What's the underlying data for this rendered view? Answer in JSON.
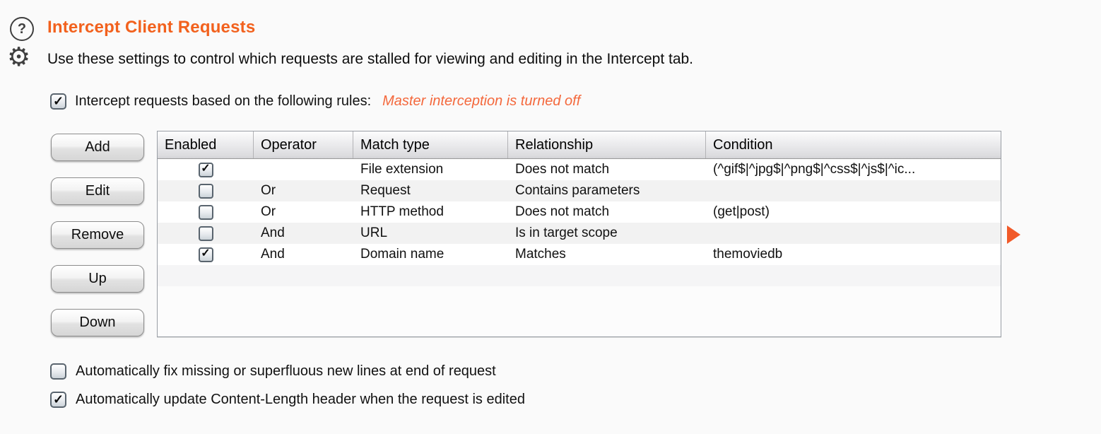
{
  "page": {
    "title": "Intercept Client Requests",
    "subtitle": "Use these settings to control which requests are stalled for viewing and editing in the Intercept tab.",
    "icons": {
      "help": "?",
      "gear": "⚙"
    }
  },
  "master_rule": {
    "checked": true,
    "label": "Intercept requests based on the following rules:",
    "warning": "Master interception is turned off"
  },
  "buttons": [
    "Add",
    "Edit",
    "Remove",
    "Up",
    "Down"
  ],
  "table": {
    "headers": [
      "Enabled",
      "Operator",
      "Match type",
      "Relationship",
      "Condition"
    ],
    "rows": [
      {
        "enabled": true,
        "operator": "",
        "match_type": "File extension",
        "relationship": "Does not match",
        "condition": "(^gif$|^jpg$|^png$|^css$|^js$|^ic..."
      },
      {
        "enabled": false,
        "operator": "Or",
        "match_type": "Request",
        "relationship": "Contains parameters",
        "condition": ""
      },
      {
        "enabled": false,
        "operator": "Or",
        "match_type": "HTTP method",
        "relationship": "Does not match",
        "condition": "(get|post)"
      },
      {
        "enabled": false,
        "operator": "And",
        "match_type": "URL",
        "relationship": "Is in target scope",
        "condition": ""
      },
      {
        "enabled": true,
        "operator": "And",
        "match_type": "Domain name",
        "relationship": "Matches",
        "condition": "themoviedb"
      }
    ]
  },
  "footer_options": [
    {
      "checked": false,
      "label": "Automatically fix missing or superfluous new lines at end of request"
    },
    {
      "checked": true,
      "label": "Automatically update Content-Length header when the request is edited"
    }
  ],
  "colors": {
    "accent_orange": "#f2611d",
    "warning_orange": "#f4683c",
    "arrow_orange": "#f15a29"
  }
}
